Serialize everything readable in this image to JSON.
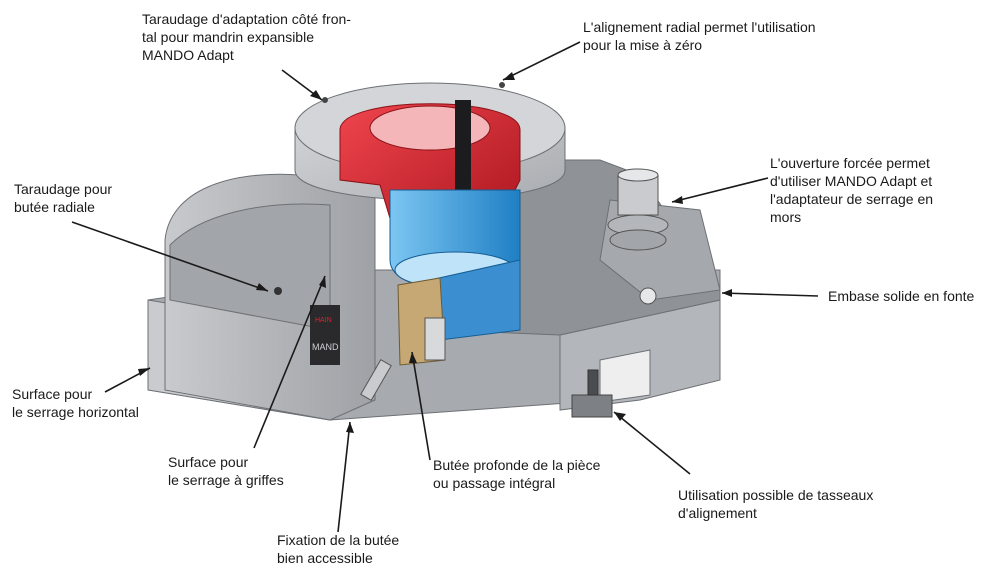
{
  "labels": {
    "taraudage_frontal": "Taraudage d'adaptation côté fron-\ntal pour mandrin expansible\nMANDO Adapt",
    "alignement_radial": "L'alignement radial permet l'utilisation\npour la mise à zéro",
    "taraudage_butee": "Taraudage pour\nbutée radiale",
    "ouverture_forcee": "L'ouverture forcée permet\nd'utiliser MANDO Adapt et\nl'adaptateur de serrage en\nmors",
    "embase": "Embase solide en fonte",
    "surface_horizontal": "Surface pour\nle serrage horizontal",
    "surface_griffes": "Surface pour\nle serrage à griffes",
    "butee_profonde": "Butée profonde de la pièce\nou passage intégral",
    "tasseaux": "Utilisation possible de tasseaux\nd'alignement",
    "fixation": "Fixation de la butée\nbien accessible"
  },
  "colors": {
    "body_grey": "#b9bcc0",
    "dark_grey": "#8d9095",
    "red_insert": "#d9232e",
    "blue_bore": "#3aa0e0",
    "bronze": "#b89a62"
  },
  "logo": {
    "brand": "HAIN",
    "text": "MAND"
  }
}
